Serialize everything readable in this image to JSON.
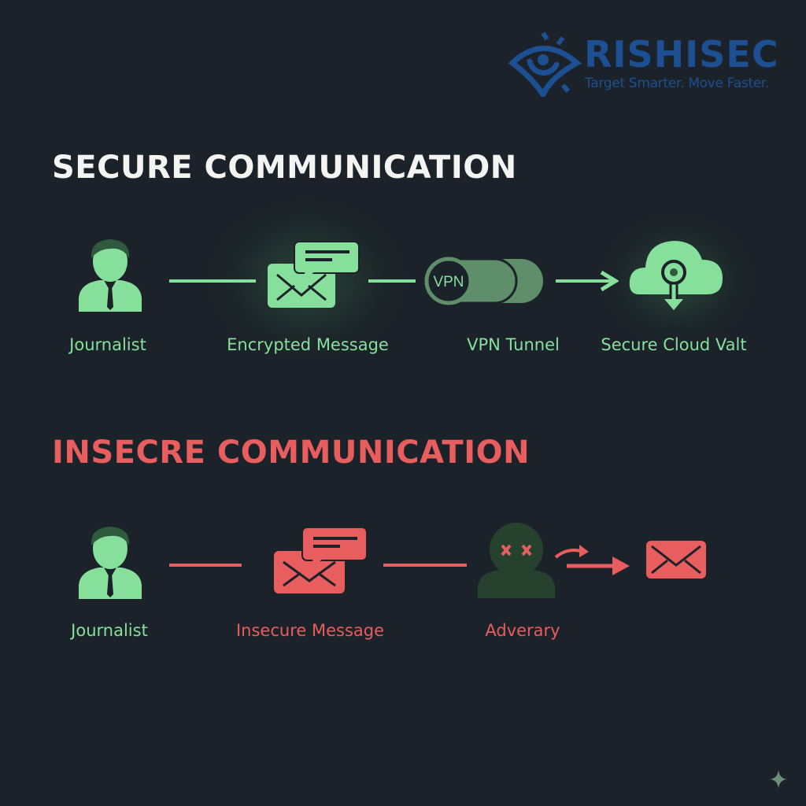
{
  "brand": {
    "name": "RISHISEC",
    "tagline": "Target Smarter. Move Faster.",
    "color": "#1d4f93"
  },
  "colors": {
    "background": "#1b2229",
    "secure": "#86e09c",
    "insecure": "#e85e5e"
  },
  "secure": {
    "title": "SECURE COMMUNICATION",
    "steps": [
      {
        "label": "Journalist",
        "icon": "person-icon"
      },
      {
        "label": "Encrypted Message",
        "icon": "envelope-chat-icon"
      },
      {
        "label": "VPN Tunnel",
        "icon": "vpn-tunnel-icon",
        "badge": "VPN"
      },
      {
        "label": "Secure Cloud Valt",
        "icon": "cloud-lock-icon"
      }
    ]
  },
  "insecure": {
    "title": "INSECRE COMMUNICATION",
    "steps": [
      {
        "label": "Journalist",
        "icon": "person-icon"
      },
      {
        "label": "Insecure Message",
        "icon": "envelope-chat-icon"
      },
      {
        "label": "Adverary",
        "icon": "adversary-icon"
      },
      {
        "icon": "envelope-icon"
      }
    ]
  }
}
